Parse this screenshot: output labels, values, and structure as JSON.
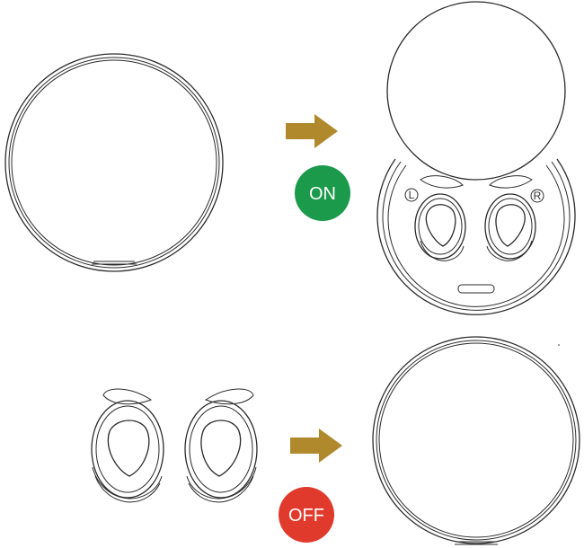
{
  "badges": {
    "on_label": "ON",
    "off_label": "OFF"
  },
  "earbuds": {
    "left_letter": "L",
    "right_letter": "R"
  },
  "colors": {
    "arrow": "#b0892d",
    "on_badge": "#1a9a4a",
    "off_badge": "#e03a2c",
    "outline": "#2b2b2b"
  },
  "icons": {
    "arrow": "right-arrow-icon"
  }
}
